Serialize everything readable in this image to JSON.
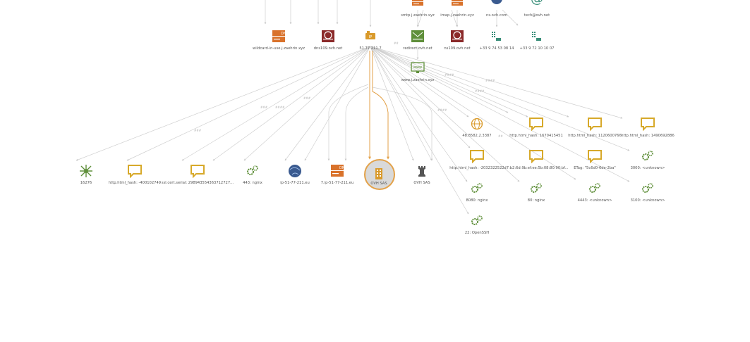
{
  "colors": {
    "edge": "#cfcfcf",
    "highlight": "#e3a24a",
    "dns": "#d9722b",
    "mx": "#8b2a2a",
    "green": "#5f8f3a",
    "teal": "#3a8f7a",
    "globe": "#3a5a8f",
    "comment": "#d7a92a",
    "label": "#555555"
  },
  "nodes": {
    "smtp": {
      "label": "smtp.j.zaehrin.xyz",
      "icon": "dns-server-icon"
    },
    "imap": {
      "label": "imap.j.zaehrin.xyz",
      "icon": "dns-server-icon"
    },
    "nsovh": {
      "label": "ns.ovh.com",
      "icon": "globe-icon"
    },
    "tech": {
      "label": "tech@ovh.net",
      "icon": "email-icon"
    },
    "wildcard": {
      "label": "wildcard-in-use.j.zaehrin.xyz",
      "icon": "dns-server-icon"
    },
    "dns109": {
      "label": "dns109.ovh.net",
      "icon": "mx-server-icon"
    },
    "ip": {
      "label": "51.77.211.7",
      "icon": "ip-address-icon"
    },
    "redirect": {
      "label": "redirect.ovh.net",
      "icon": "mail-server-icon"
    },
    "ns109": {
      "label": "ns109.ovh.net",
      "icon": "mx-server-icon"
    },
    "phone1": {
      "label": "+33 9 74 53 08 14",
      "icon": "phone-icon"
    },
    "phone2": {
      "label": "+33 9 72 10 10 07",
      "icon": "phone-icon"
    },
    "www": {
      "label": "www.j.zaehrin.xyz",
      "icon": "website-icon"
    },
    "geo": {
      "label": "48.8582,2.3387",
      "icon": "location-globe-icon"
    },
    "hash1": {
      "label": "http.html_hash: 1670415451",
      "icon": "comment-icon"
    },
    "hash2": {
      "label": "http.html_hash: 1120600766",
      "icon": "comment-icon"
    },
    "hash3": {
      "label": "http.html_hash: 1490692886",
      "icon": "comment-icon"
    },
    "asn": {
      "label": "16276",
      "icon": "network-hub-icon"
    },
    "hash4": {
      "label": "http.html_hash: -400102749",
      "icon": "comment-icon"
    },
    "sslserial": {
      "label": "ssl.cert.serial: 298943554363712727...",
      "icon": "comment-icon"
    },
    "port443": {
      "label": "443: nginx",
      "icon": "service-gears-icon"
    },
    "ipdomain": {
      "label": "ip-51-77-211.eu",
      "icon": "globe-icon"
    },
    "ipdns": {
      "label": "7.ip-51-77-211.eu",
      "icon": "dns-server-icon"
    },
    "ovhsas1": {
      "label": "OVH SAS",
      "icon": "organization-building-icon"
    },
    "ovhsas2": {
      "label": "OVH SAS",
      "icon": "chess-rook-icon"
    },
    "hash5": {
      "label": "http.html_hash: -2032322522",
      "icon": "comment-icon"
    },
    "sshfp": {
      "label": "d7:b2:6d:9b:ef:ee:5b:08:80:90:bf...",
      "icon": "comment-icon"
    },
    "etag": {
      "label": "ETag: \"5c6d0-6de-2ba\"",
      "icon": "comment-icon"
    },
    "port3000": {
      "label": "3000: <unknown>",
      "icon": "service-gears-icon"
    },
    "port8080": {
      "label": "8080: nginx",
      "icon": "service-gears-icon"
    },
    "port80": {
      "label": "80: nginx",
      "icon": "service-gears-icon"
    },
    "port4443": {
      "label": "4443: <unknown>",
      "icon": "service-gears-icon"
    },
    "port3100": {
      "label": "3100: <unknown>",
      "icon": "service-gears-icon"
    },
    "port22": {
      "label": "22: OpenSSH",
      "icon": "service-gears-icon"
    }
  }
}
